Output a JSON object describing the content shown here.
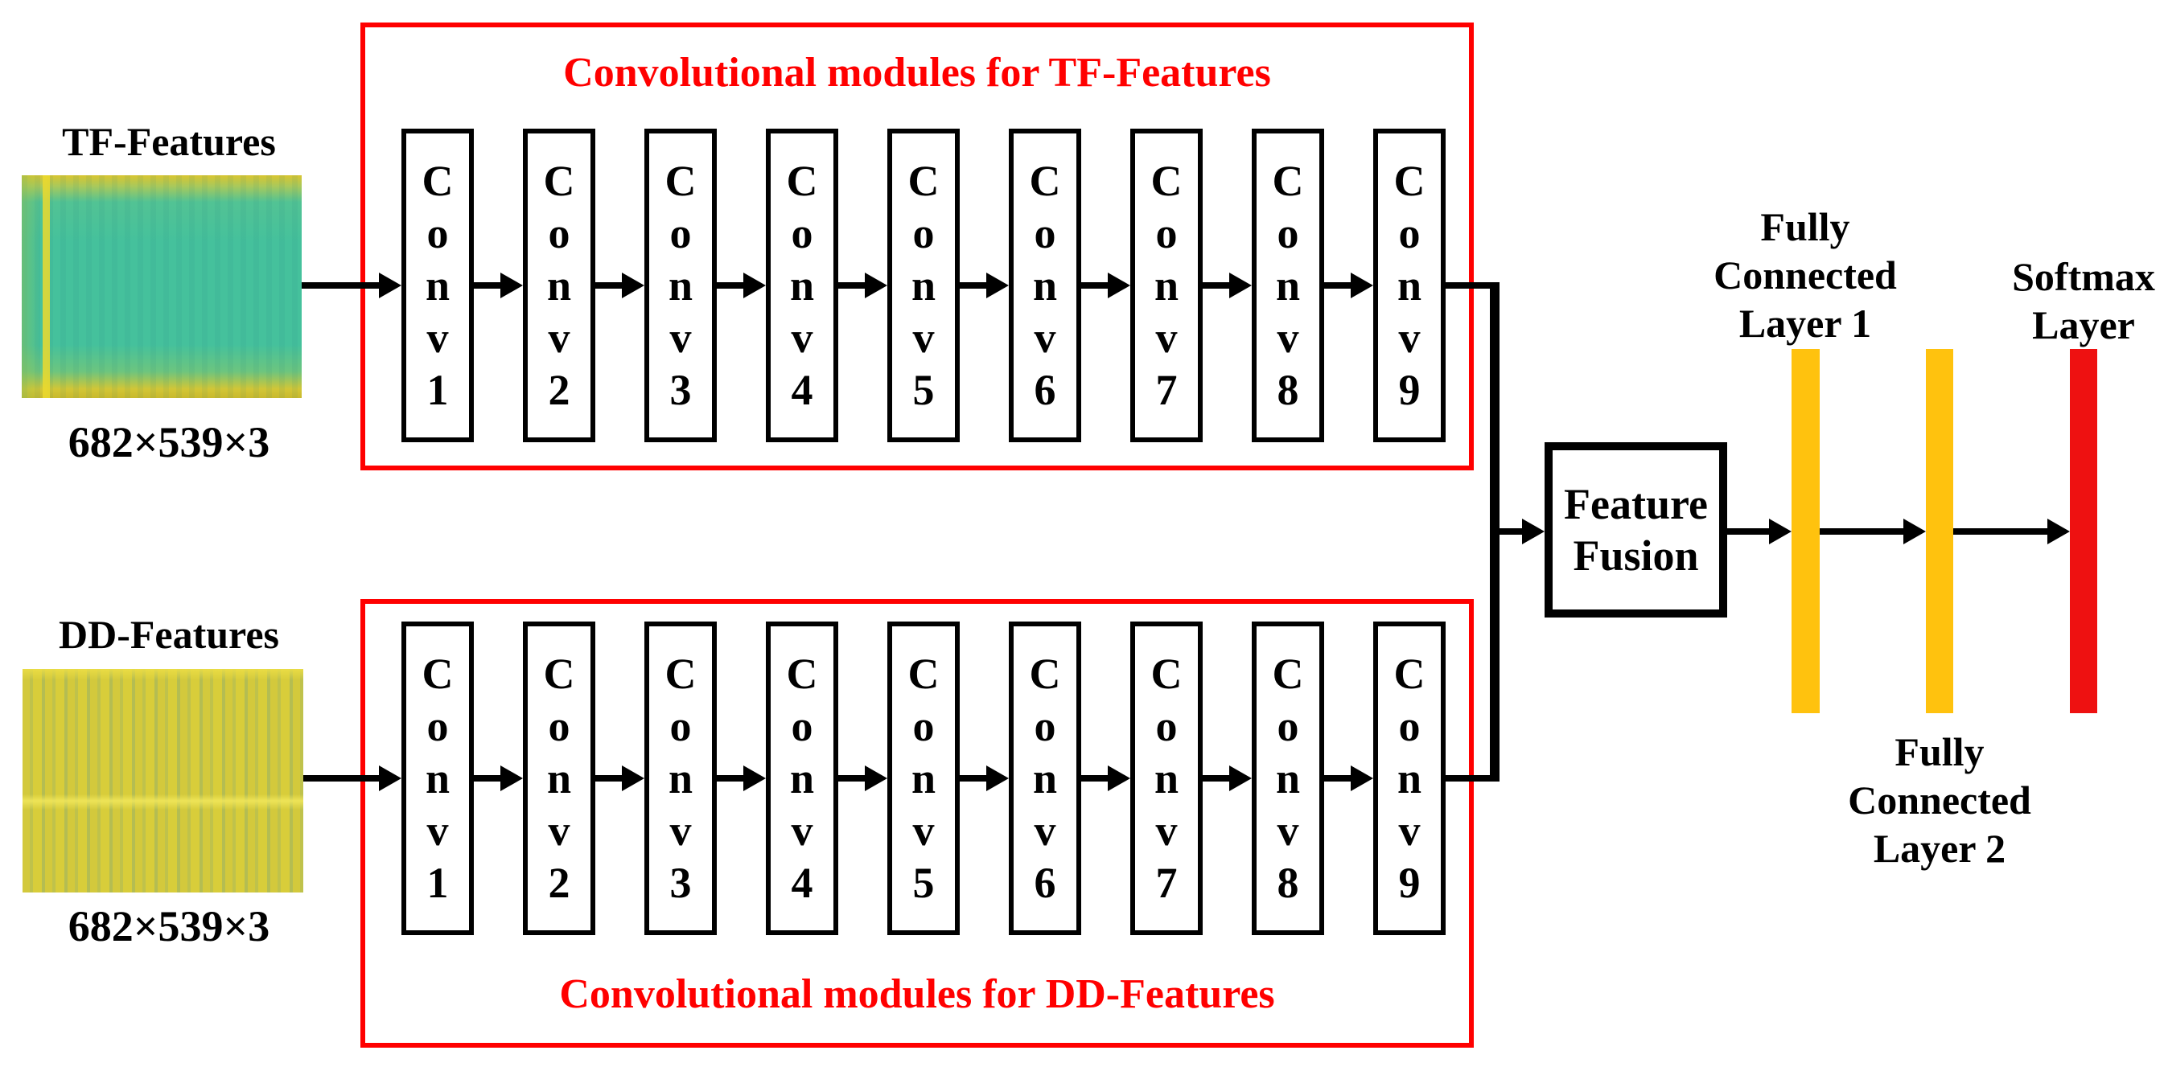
{
  "figure": {
    "inputs": {
      "tf": {
        "label": "TF-Features",
        "dims": "682×539×3"
      },
      "dd": {
        "label": "DD-Features",
        "dims": "682×539×3"
      }
    },
    "conv_modules": {
      "tf": {
        "title": "Convolutional modules for TF-Features",
        "blocks": [
          "Conv1",
          "Conv2",
          "Conv3",
          "Conv4",
          "Conv5",
          "Conv6",
          "Conv7",
          "Conv8",
          "Conv9"
        ]
      },
      "dd": {
        "title": "Convolutional modules for DD-Features",
        "blocks": [
          "Conv1",
          "Conv2",
          "Conv3",
          "Conv4",
          "Conv5",
          "Conv6",
          "Conv7",
          "Conv8",
          "Conv9"
        ]
      }
    },
    "fusion": {
      "lines": [
        "Feature",
        "Fusion"
      ]
    },
    "fc_layer1": {
      "lines": [
        "Fully",
        "Connected",
        "Layer 1"
      ]
    },
    "fc_layer2": {
      "lines": [
        "Fully",
        "Connected",
        "Layer 2"
      ]
    },
    "softmax": {
      "lines": [
        "Softmax",
        "Layer"
      ]
    },
    "colors": {
      "module_outline": "#ff0000",
      "title_text": "#ff0000",
      "fc_bar": "#ffc20e",
      "softmax_bar": "#ee1111",
      "line_black": "#000000"
    }
  }
}
